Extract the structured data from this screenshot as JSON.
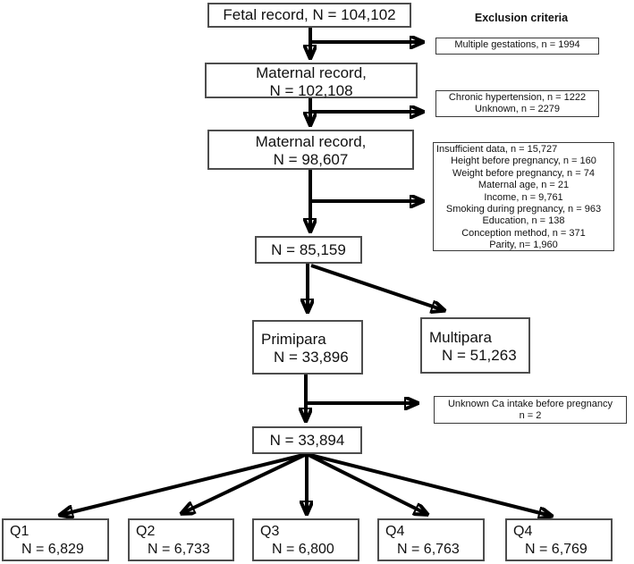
{
  "flow": {
    "fetal": {
      "label": "Fetal record, N = 104,102"
    },
    "maternal1": {
      "line1": "Maternal record,",
      "line2": "N = 102,108"
    },
    "maternal2": {
      "line1": "Maternal record,",
      "line2": "N = 98,607"
    },
    "n85159": {
      "label": "N = 85,159"
    },
    "primipara": {
      "line1": "Primipara",
      "line2": "N = 33,896"
    },
    "multipara": {
      "line1": "Multipara",
      "line2": "N = 51,263"
    },
    "n33894": {
      "label": "N = 33,894"
    },
    "quintiles": [
      {
        "label": "Q1",
        "value": "N = 6,829"
      },
      {
        "label": "Q2",
        "value": "N = 6,733"
      },
      {
        "label": "Q3",
        "value": "N = 6,800"
      },
      {
        "label": "Q4",
        "value": "N = 6,763"
      },
      {
        "label": "Q4",
        "value": "N = 6,769"
      }
    ]
  },
  "exclusions": {
    "header": "Exclusion criteria",
    "multiple_gestations": {
      "line1": "Multiple gestations, n = 1994"
    },
    "hypertension": {
      "line1": "Chronic hypertension, n = 1222",
      "line2": "Unknown, n = 2279"
    },
    "insufficient_data": {
      "lines": [
        "Insufficient data, n = 15,727",
        "Height before pregnancy, n = 160",
        "Weight before pregnancy, n = 74",
        "Maternal age, n = 21",
        "Income, n = 9,761",
        "Smoking during pregnancy, n = 963",
        "Education, n = 138",
        "Conception method, n = 371",
        "Parity, n= 1,960"
      ]
    },
    "ca_intake": {
      "line1": "Unknown Ca intake before pregnancy",
      "line2": "n = 2"
    }
  }
}
